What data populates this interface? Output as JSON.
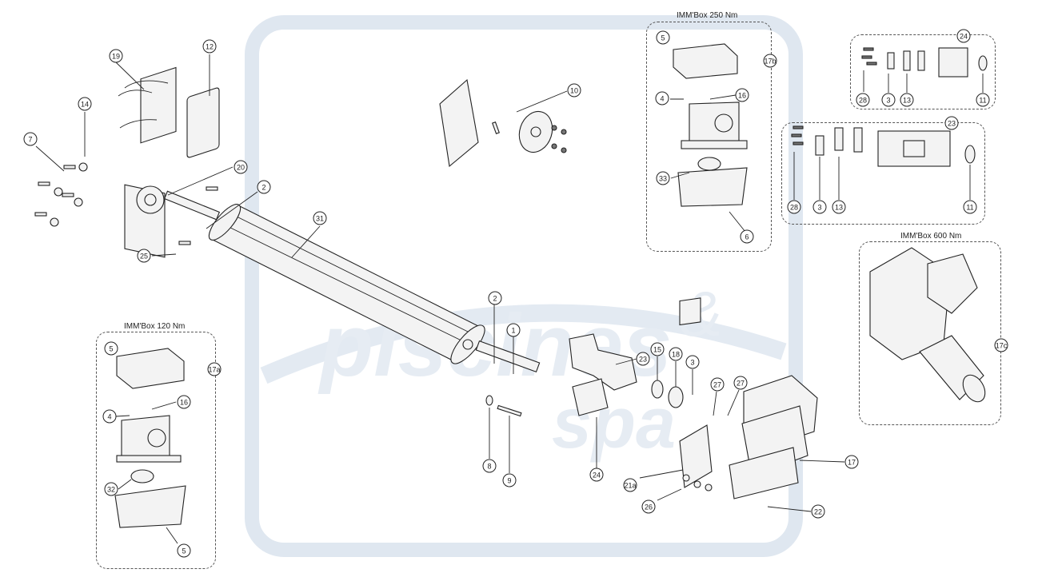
{
  "watermark": {
    "word1": "piscines",
    "word2": "&",
    "word3": "spa",
    "color": "#c9d5e3"
  },
  "groups": [
    {
      "id": "box-250",
      "title": "IMM'Box 250 Nm"
    },
    {
      "id": "box-120",
      "title": "IMM'Box 120 Nm"
    },
    {
      "id": "box-600",
      "title": "IMM'Box 600 Nm"
    },
    {
      "id": "kit-24",
      "title": ""
    },
    {
      "id": "kit-23",
      "title": ""
    }
  ],
  "callouts": [
    {
      "label": "19"
    },
    {
      "label": "12"
    },
    {
      "label": "14"
    },
    {
      "label": "7"
    },
    {
      "label": "20"
    },
    {
      "label": "2"
    },
    {
      "label": "31"
    },
    {
      "label": "25"
    },
    {
      "label": "10"
    },
    {
      "label": "5"
    },
    {
      "label": "17b"
    },
    {
      "label": "4"
    },
    {
      "label": "16"
    },
    {
      "label": "33"
    },
    {
      "label": "6"
    },
    {
      "label": "24"
    },
    {
      "label": "28"
    },
    {
      "label": "3"
    },
    {
      "label": "13"
    },
    {
      "label": "11"
    },
    {
      "label": "23"
    },
    {
      "label": "28"
    },
    {
      "label": "3"
    },
    {
      "label": "13"
    },
    {
      "label": "11"
    },
    {
      "label": "17c"
    },
    {
      "label": "2"
    },
    {
      "label": "1"
    },
    {
      "label": "8"
    },
    {
      "label": "9"
    },
    {
      "label": "23"
    },
    {
      "label": "24"
    },
    {
      "label": "15"
    },
    {
      "label": "18"
    },
    {
      "label": "3"
    },
    {
      "label": "27"
    },
    {
      "label": "27"
    },
    {
      "label": "17"
    },
    {
      "label": "21a"
    },
    {
      "label": "26"
    },
    {
      "label": "22"
    },
    {
      "label": "5"
    },
    {
      "label": "17a"
    },
    {
      "label": "16"
    },
    {
      "label": "4"
    },
    {
      "label": "32"
    },
    {
      "label": "5"
    }
  ]
}
